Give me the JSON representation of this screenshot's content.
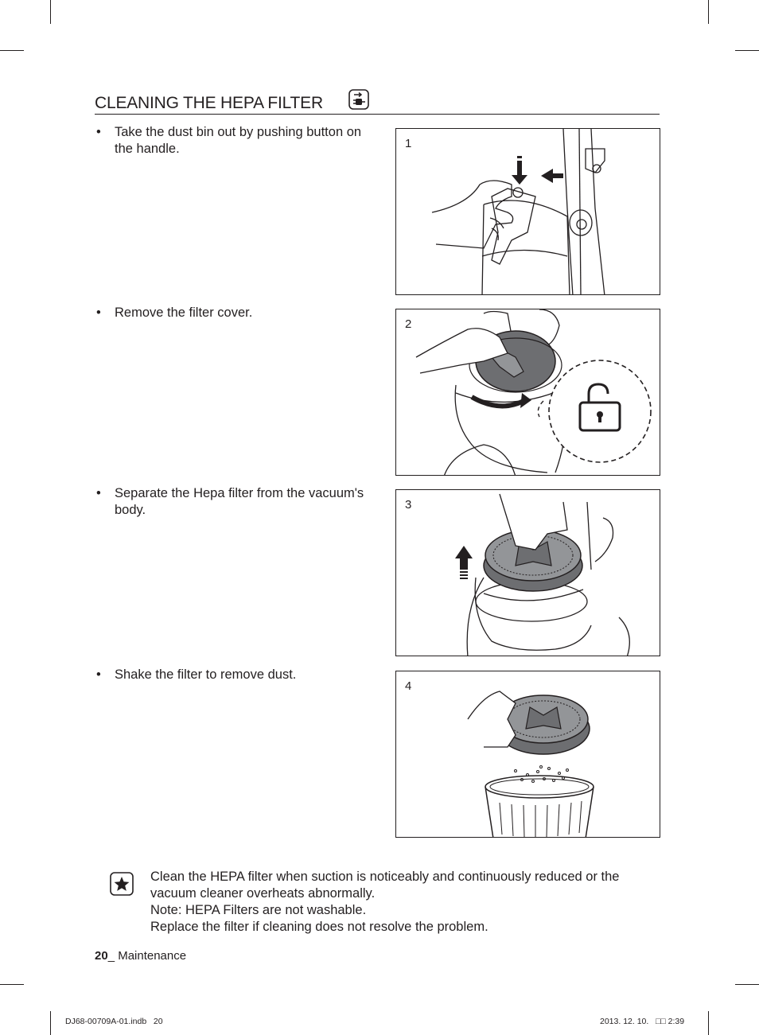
{
  "page": {
    "title": "CLEANING THE HEPA FILTER",
    "title_icon": "unplug-icon"
  },
  "steps": [
    {
      "bullet": "•",
      "text": "Take the dust bin out by pushing button on the handle.",
      "figure_label": "1"
    },
    {
      "bullet": "•",
      "text": "Remove the filter cover.",
      "figure_label": "2"
    },
    {
      "bullet": "•",
      "text": "Separate the Hepa filter from the vacuum's body.",
      "figure_label": "3"
    },
    {
      "bullet": "•",
      "text": "Shake the filter to remove dust.",
      "figure_label": "4"
    }
  ],
  "note": {
    "icon": "star-note-icon",
    "lines": [
      "Clean the HEPA filter when suction is noticeably and continuously reduced or the vacuum cleaner overheats abnormally.",
      "Note: HEPA Filters are not washable.",
      "Replace the filter if cleaning does not resolve the problem."
    ]
  },
  "footer": {
    "page_number": "20",
    "section": "_ Maintenance"
  },
  "print_info": {
    "file": "DJ68-00709A-01.indb   20",
    "date_time": "2013. 12. 10.   □□ 2:39"
  }
}
